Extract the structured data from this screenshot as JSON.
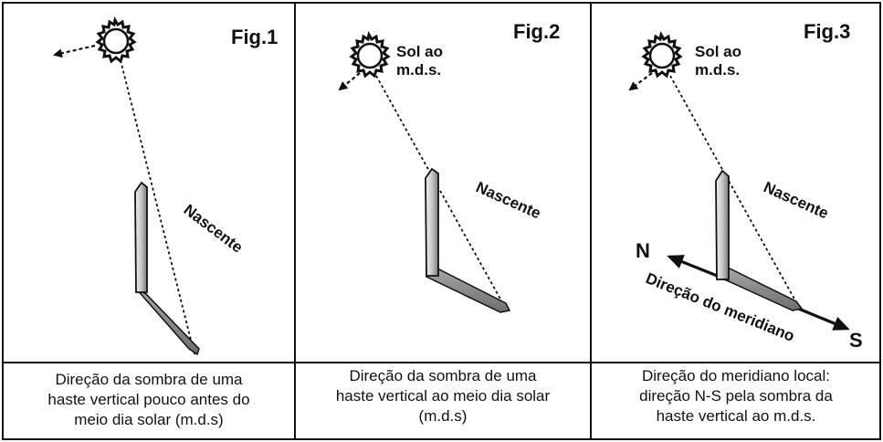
{
  "panels": [
    {
      "fig_label": "Fig.1",
      "direction_label": "Nascente",
      "caption": [
        "Direção da sombra de uma",
        "haste vertical pouco antes do",
        "meio dia solar (m.d.s)"
      ]
    },
    {
      "fig_label": "Fig.2",
      "sun_label": [
        "Sol ao",
        "m.d.s."
      ],
      "direction_label": "Nascente",
      "caption": [
        "Direção da sombra de uma",
        "haste vertical ao meio dia solar",
        "(m.d.s)"
      ]
    },
    {
      "fig_label": "Fig.3",
      "sun_label": [
        "Sol ao",
        "m.d.s."
      ],
      "direction_label": "Nascente",
      "meridian_label": "Direção do meridiano",
      "north_label": "N",
      "south_label": "S",
      "caption": [
        "Direção do meridiano local:",
        "direção N-S pela sombra da",
        "haste vertical ao m.d.s."
      ]
    }
  ],
  "colors": {
    "border": "#111111",
    "rod_fill": "#d9d9d9",
    "shadow_fill": "#8c8c8c"
  },
  "icons": {
    "sun": "sun-icon",
    "motion": "motion-arrow-icon"
  }
}
